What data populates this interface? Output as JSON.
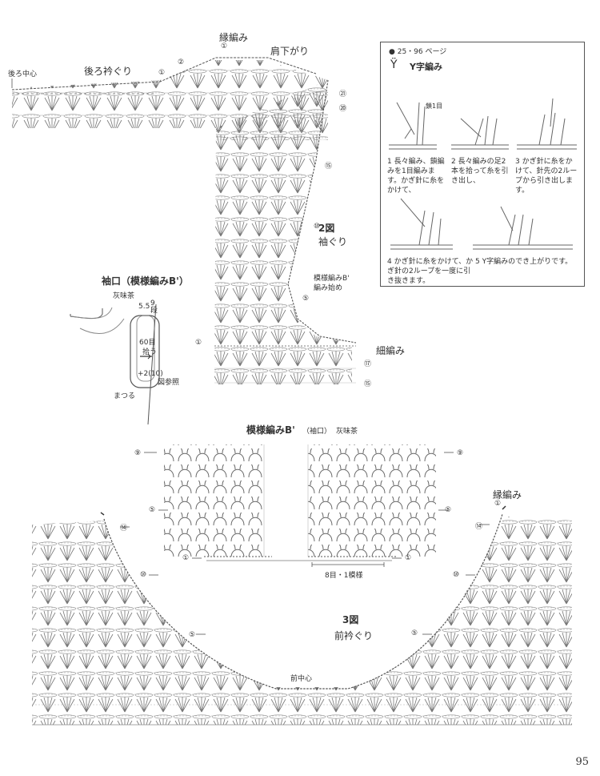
{
  "fig2": {
    "edge_label_top": "縁編み",
    "shoulder": "肩下がり",
    "back_center": "後ろ中心",
    "back_neck": "後ろ衿ぐり",
    "title_num": "2図",
    "title": "袖ぐり",
    "pattern_b_start_1": "模様編みB'",
    "pattern_b_start_2": "編み始め",
    "single_crochet": "細編み",
    "rows": [
      "①",
      "②",
      "①",
      "㉑",
      "⑳",
      "⑮",
      "⑩",
      "⑤",
      "①",
      "⑰",
      "⑮"
    ]
  },
  "cuff": {
    "title": "袖口（模様編みB'）",
    "color": "灰味茶",
    "height_label": "5.5",
    "rows_label": "9段",
    "pick_label_1": "60目",
    "pick_label_2": "拾う",
    "plus_label": "+2(10)",
    "see_diagram": "図参照",
    "sew": "まつる"
  },
  "tutorial": {
    "ref": "● 25・96 ページ",
    "title": "Y字編み",
    "step1_marker": "鎖1目",
    "steps": [
      "1 長々編み、鎖編みを1目編みます。かぎ針に糸をかけて、",
      "2 長々編みの足2本を拾って糸を引き出し、",
      "3 かぎ針に糸をかけて、針先の2ループから引き出します。",
      "4 かぎ針に糸をかけて、かぎ針の2ループを一度に引き抜きます。",
      "5 Y字編みのでき上がりです。"
    ]
  },
  "patternB": {
    "title": "模様編みB'",
    "sub": "（袖口）",
    "color": "灰味茶",
    "row9": "⑨",
    "row5": "⑤",
    "row1": "①",
    "repeat": "8目・1模様"
  },
  "fig3": {
    "edge_label": "縁編み",
    "title_num": "3図",
    "title": "前衿ぐり",
    "front_center": "前中心",
    "row14": "⑭",
    "row10": "⑩",
    "row5": "⑤",
    "row1": "①"
  },
  "page_number": "95"
}
